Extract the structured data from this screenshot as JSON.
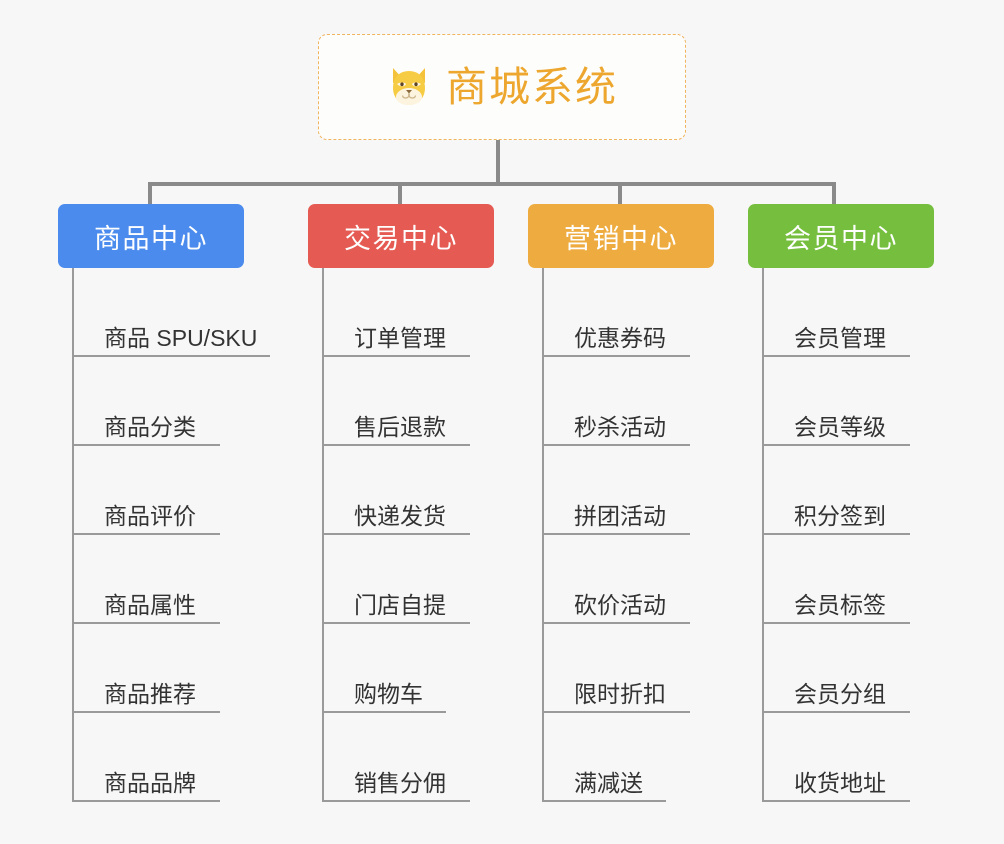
{
  "background_color": "#f7f7f7",
  "root": {
    "title": "商城系统",
    "icon": "shiba-dog-icon",
    "text_color": "#eda62e",
    "border_color": "#f0b45c"
  },
  "connector_color": "#8a8a8a",
  "columns": [
    {
      "header": "商品中心",
      "color": "#4a8bed",
      "items": [
        "商品 SPU/SKU",
        "商品分类",
        "商品评价",
        "商品属性",
        "商品推荐",
        "商品品牌"
      ]
    },
    {
      "header": "交易中心",
      "color": "#e55a53",
      "items": [
        "订单管理",
        "售后退款",
        "快递发货",
        "门店自提",
        "购物车",
        "销售分佣"
      ]
    },
    {
      "header": "营销中心",
      "color": "#eeac40",
      "items": [
        "优惠券码",
        "秒杀活动",
        "拼团活动",
        "砍价活动",
        "限时折扣",
        "满减送"
      ]
    },
    {
      "header": "会员中心",
      "color": "#76bf3e",
      "items": [
        "会员管理",
        "会员等级",
        "积分签到",
        "会员标签",
        "会员分组",
        "收货地址"
      ]
    }
  ]
}
